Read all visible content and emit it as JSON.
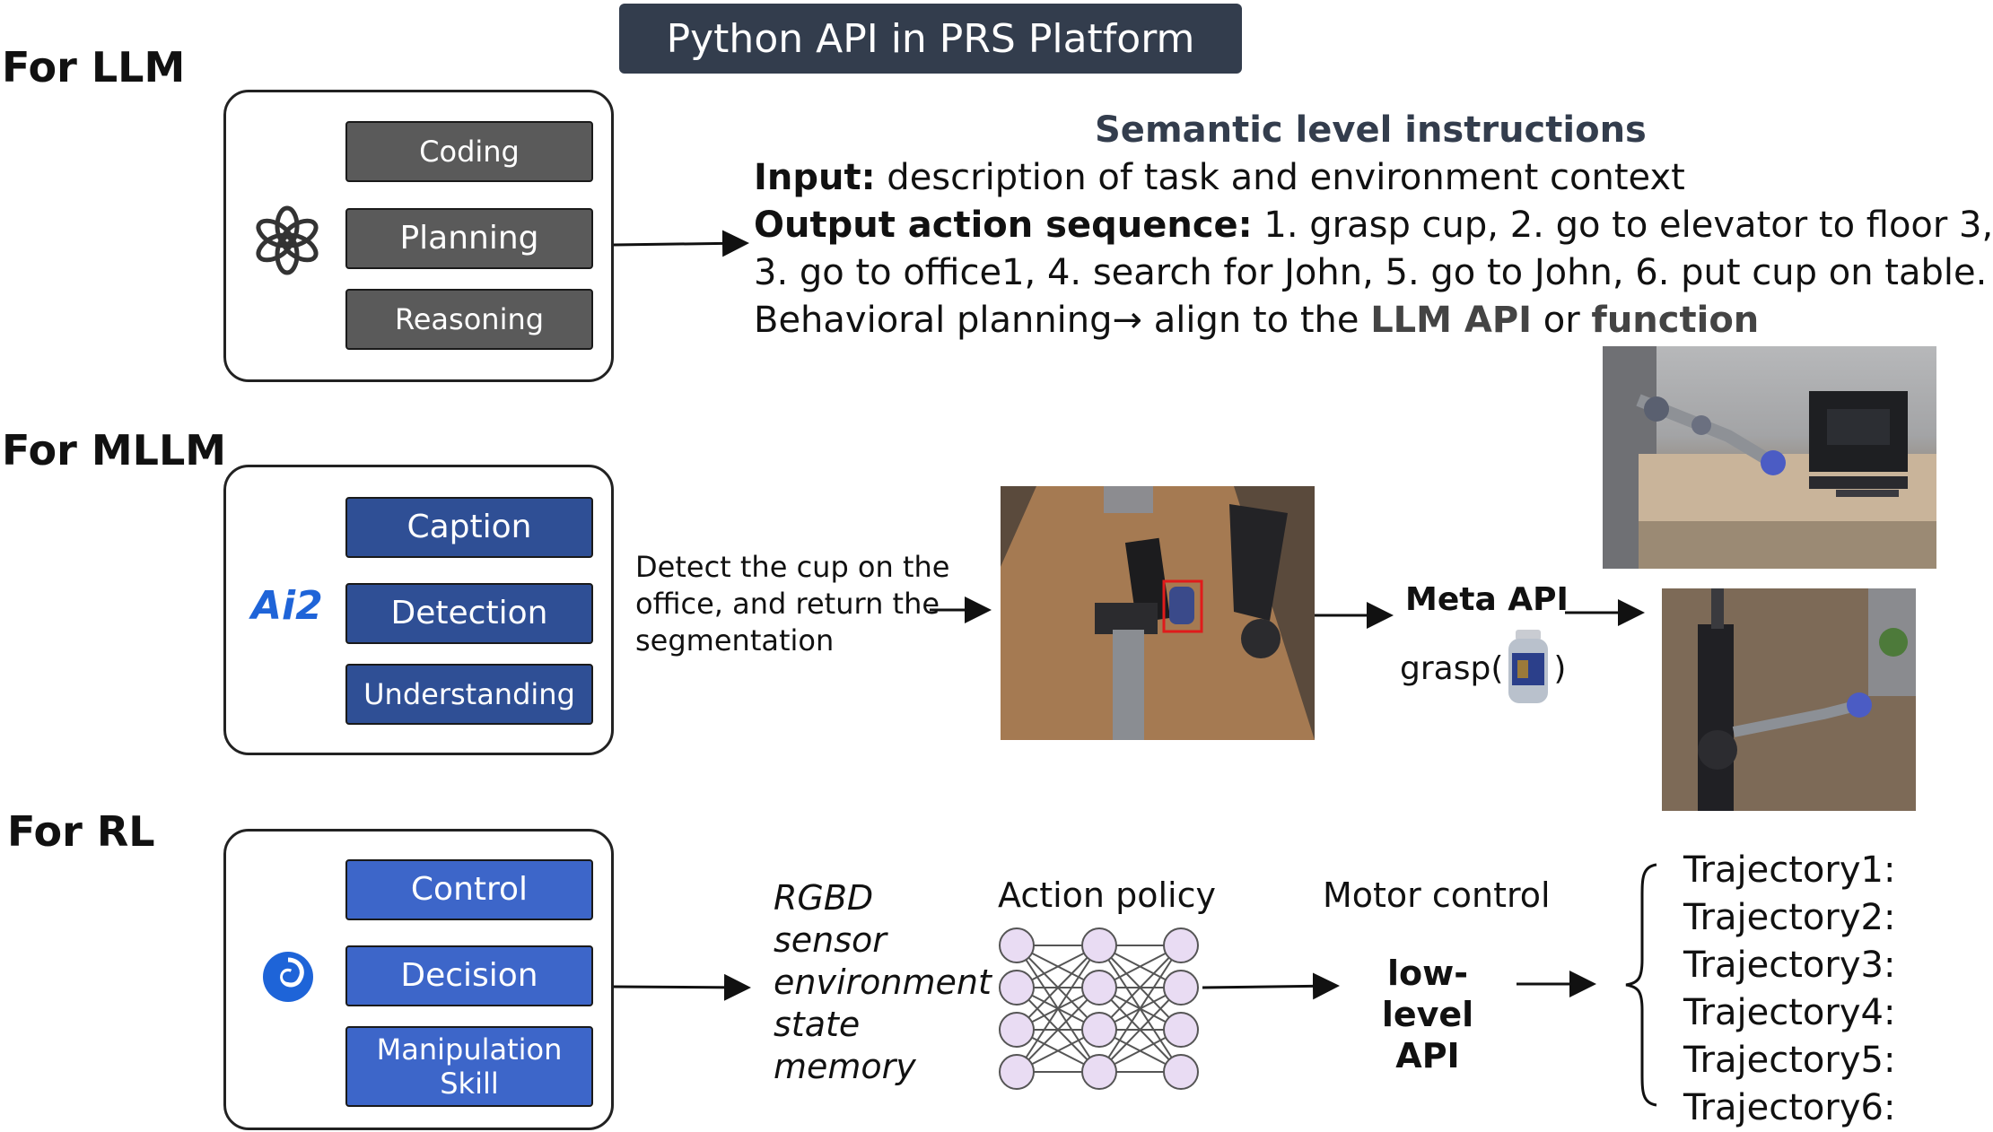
{
  "title": "Python API in PRS Platform",
  "sections": {
    "llm": {
      "label": "For LLM",
      "buttons": [
        "Coding",
        "Planning",
        "Reasoning"
      ],
      "heading": "Semantic level instructions",
      "input_label": "Input:",
      "input_text": " description of task and environment context",
      "output_label": "Output action sequence:",
      "output_text_1": " 1. grasp cup, 2. go to elevator to floor 3,",
      "output_text_2": "3. go to office1, 4. search for John, 5. go to John, 6. put cup on table.",
      "behavior_prefix": "Behavioral planning→ align to the ",
      "behavior_api": "LLM API",
      "behavior_or": " or ",
      "behavior_function": "function"
    },
    "mllm": {
      "label": "For MLLM",
      "buttons": [
        "Caption",
        "Detection",
        "Understanding"
      ],
      "logo_text": "Ai2",
      "detect_line1": "Detect the cup on the",
      "detect_line2": "office, and return the",
      "detect_line3": "segmentation",
      "meta_api": "Meta API",
      "grasp_prefix": "grasp(",
      "grasp_suffix": ")"
    },
    "rl": {
      "label": "For RL",
      "buttons": [
        "Control",
        "Decision",
        "Manipulation Skill"
      ],
      "inputs": [
        "RGBD",
        "sensor",
        "environment",
        "state",
        "memory"
      ],
      "action_policy": "Action policy",
      "motor_control": "Motor control",
      "low_level_1": "low-level",
      "low_level_2": "API",
      "trajectories": [
        "Trajectory1:",
        "Trajectory2:",
        "Trajectory3:",
        "Trajectory4:",
        "Trajectory5:",
        "Trajectory6:"
      ]
    }
  },
  "colors": {
    "banner": "#333d4d",
    "llm_button": "#5a5a5a",
    "mllm_button": "#2f4f95",
    "rl_button": "#3d66c9",
    "ai2_logo": "#1f64d8",
    "node_fill": "#e9dcf3"
  },
  "icons": [
    "openai-logo-icon",
    "ai2-logo-icon",
    "rl-swirl-logo-icon"
  ]
}
